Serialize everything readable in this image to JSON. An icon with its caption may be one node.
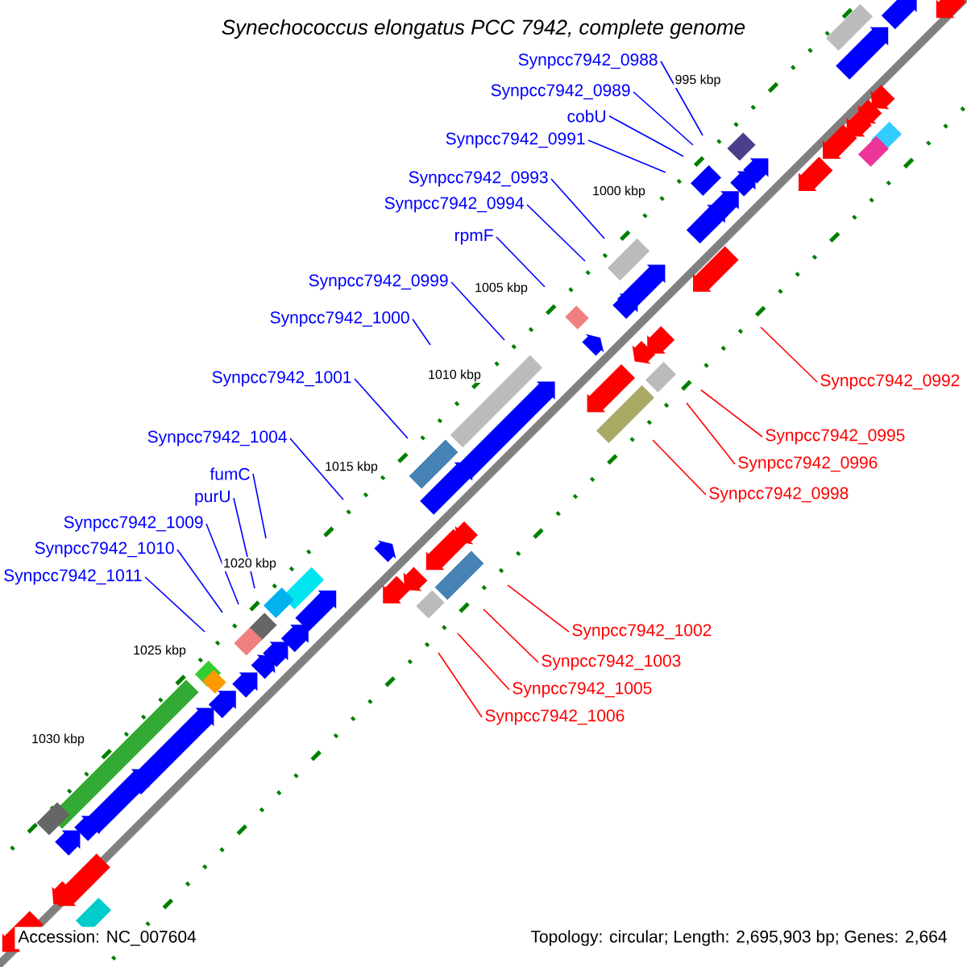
{
  "diagram": {
    "title": "Synechococcus elongatus PCC 7942, complete genome",
    "nodes": [
      {
        "text": [
          "Synpcc7942_0988"
        ]
      },
      {
        "text": [
          "Synpcc7942_0989"
        ]
      },
      {
        "text": [
          "cobU"
        ]
      },
      {
        "text": [
          "Synpcc7942_0991"
        ]
      },
      {
        "text": [
          "Synpcc7942_0993"
        ]
      },
      {
        "text": [
          "Synpcc7942_0994"
        ]
      },
      {
        "text": [
          "rpmF"
        ]
      },
      {
        "text": [
          "Synpcc7942_0999"
        ]
      },
      {
        "text": [
          "Synpcc7942_1000"
        ]
      },
      {
        "text": [
          "Synpcc7942_1001"
        ]
      },
      {
        "text": [
          "Synpcc7942_1004"
        ]
      },
      {
        "text": [
          "fumC"
        ]
      },
      {
        "text": [
          "purU"
        ]
      },
      {
        "text": [
          "Synpcc7942_1009"
        ]
      },
      {
        "text": [
          "Synpcc7942_1010"
        ]
      },
      {
        "text": [
          "Synpcc7942_1011"
        ]
      },
      {
        "text": [
          "Synpcc7942_0992"
        ]
      },
      {
        "text": [
          "Synpcc7942_0995"
        ]
      },
      {
        "text": [
          "Synpcc7942_0996"
        ]
      },
      {
        "text": [
          "Synpcc7942_0998"
        ]
      },
      {
        "text": [
          "Synpcc7942_1002"
        ]
      },
      {
        "text": [
          "Synpcc7942_1003"
        ]
      },
      {
        "text": [
          "Synpcc7942_1005"
        ]
      },
      {
        "text": [
          "Synpcc7942_1006"
        ]
      }
    ],
    "edges": [
      {
        "from": 0,
        "to": null,
        "arrow": "none"
      },
      {
        "from": 1,
        "to": null,
        "arrow": "none"
      },
      {
        "from": 2,
        "to": null,
        "arrow": "none"
      },
      {
        "from": 3,
        "to": null,
        "arrow": "none"
      },
      {
        "from": 4,
        "to": null,
        "arrow": "none"
      },
      {
        "from": 5,
        "to": null,
        "arrow": "none"
      },
      {
        "from": 6,
        "to": null,
        "arrow": "none"
      },
      {
        "from": 7,
        "to": null,
        "arrow": "none"
      },
      {
        "from": 8,
        "to": null,
        "arrow": "none"
      },
      {
        "from": 9,
        "to": null,
        "arrow": "none"
      },
      {
        "from": 10,
        "to": null,
        "arrow": "none"
      },
      {
        "from": 11,
        "to": null,
        "arrow": "none"
      },
      {
        "from": 12,
        "to": null,
        "arrow": "none"
      },
      {
        "from": 13,
        "to": null,
        "arrow": "none"
      },
      {
        "from": 14,
        "to": null,
        "arrow": "none"
      },
      {
        "from": 15,
        "to": null,
        "arrow": "none"
      },
      {
        "from": 16,
        "to": null,
        "arrow": "none",
        "color": "#ff0000"
      },
      {
        "from": 17,
        "to": null,
        "arrow": "none",
        "color": "#ff0000"
      },
      {
        "from": 18,
        "to": null,
        "arrow": "none",
        "color": "#ff0000"
      },
      {
        "from": 19,
        "to": null,
        "arrow": "none",
        "color": "#ff0000"
      },
      {
        "from": 20,
        "to": null,
        "arrow": "none",
        "color": "#ff0000"
      },
      {
        "from": 21,
        "to": null,
        "arrow": "none",
        "color": "#ff0000"
      },
      {
        "from": 22,
        "to": null,
        "arrow": "none",
        "color": "#ff0000"
      },
      {
        "from": 23,
        "to": null,
        "arrow": "none",
        "color": "#ff0000"
      }
    ],
    "labels": [
      "995 kbp",
      "1000 kbp",
      "1005 kbp",
      "1010 kbp",
      "1015 kbp",
      "1020 kbp",
      "1025 kbp",
      "1030 kbp",
      "Accession: NC_007604",
      "Topology: circular; Length: 2,695,903 bp; Genes: 2,664"
    ]
  }
}
